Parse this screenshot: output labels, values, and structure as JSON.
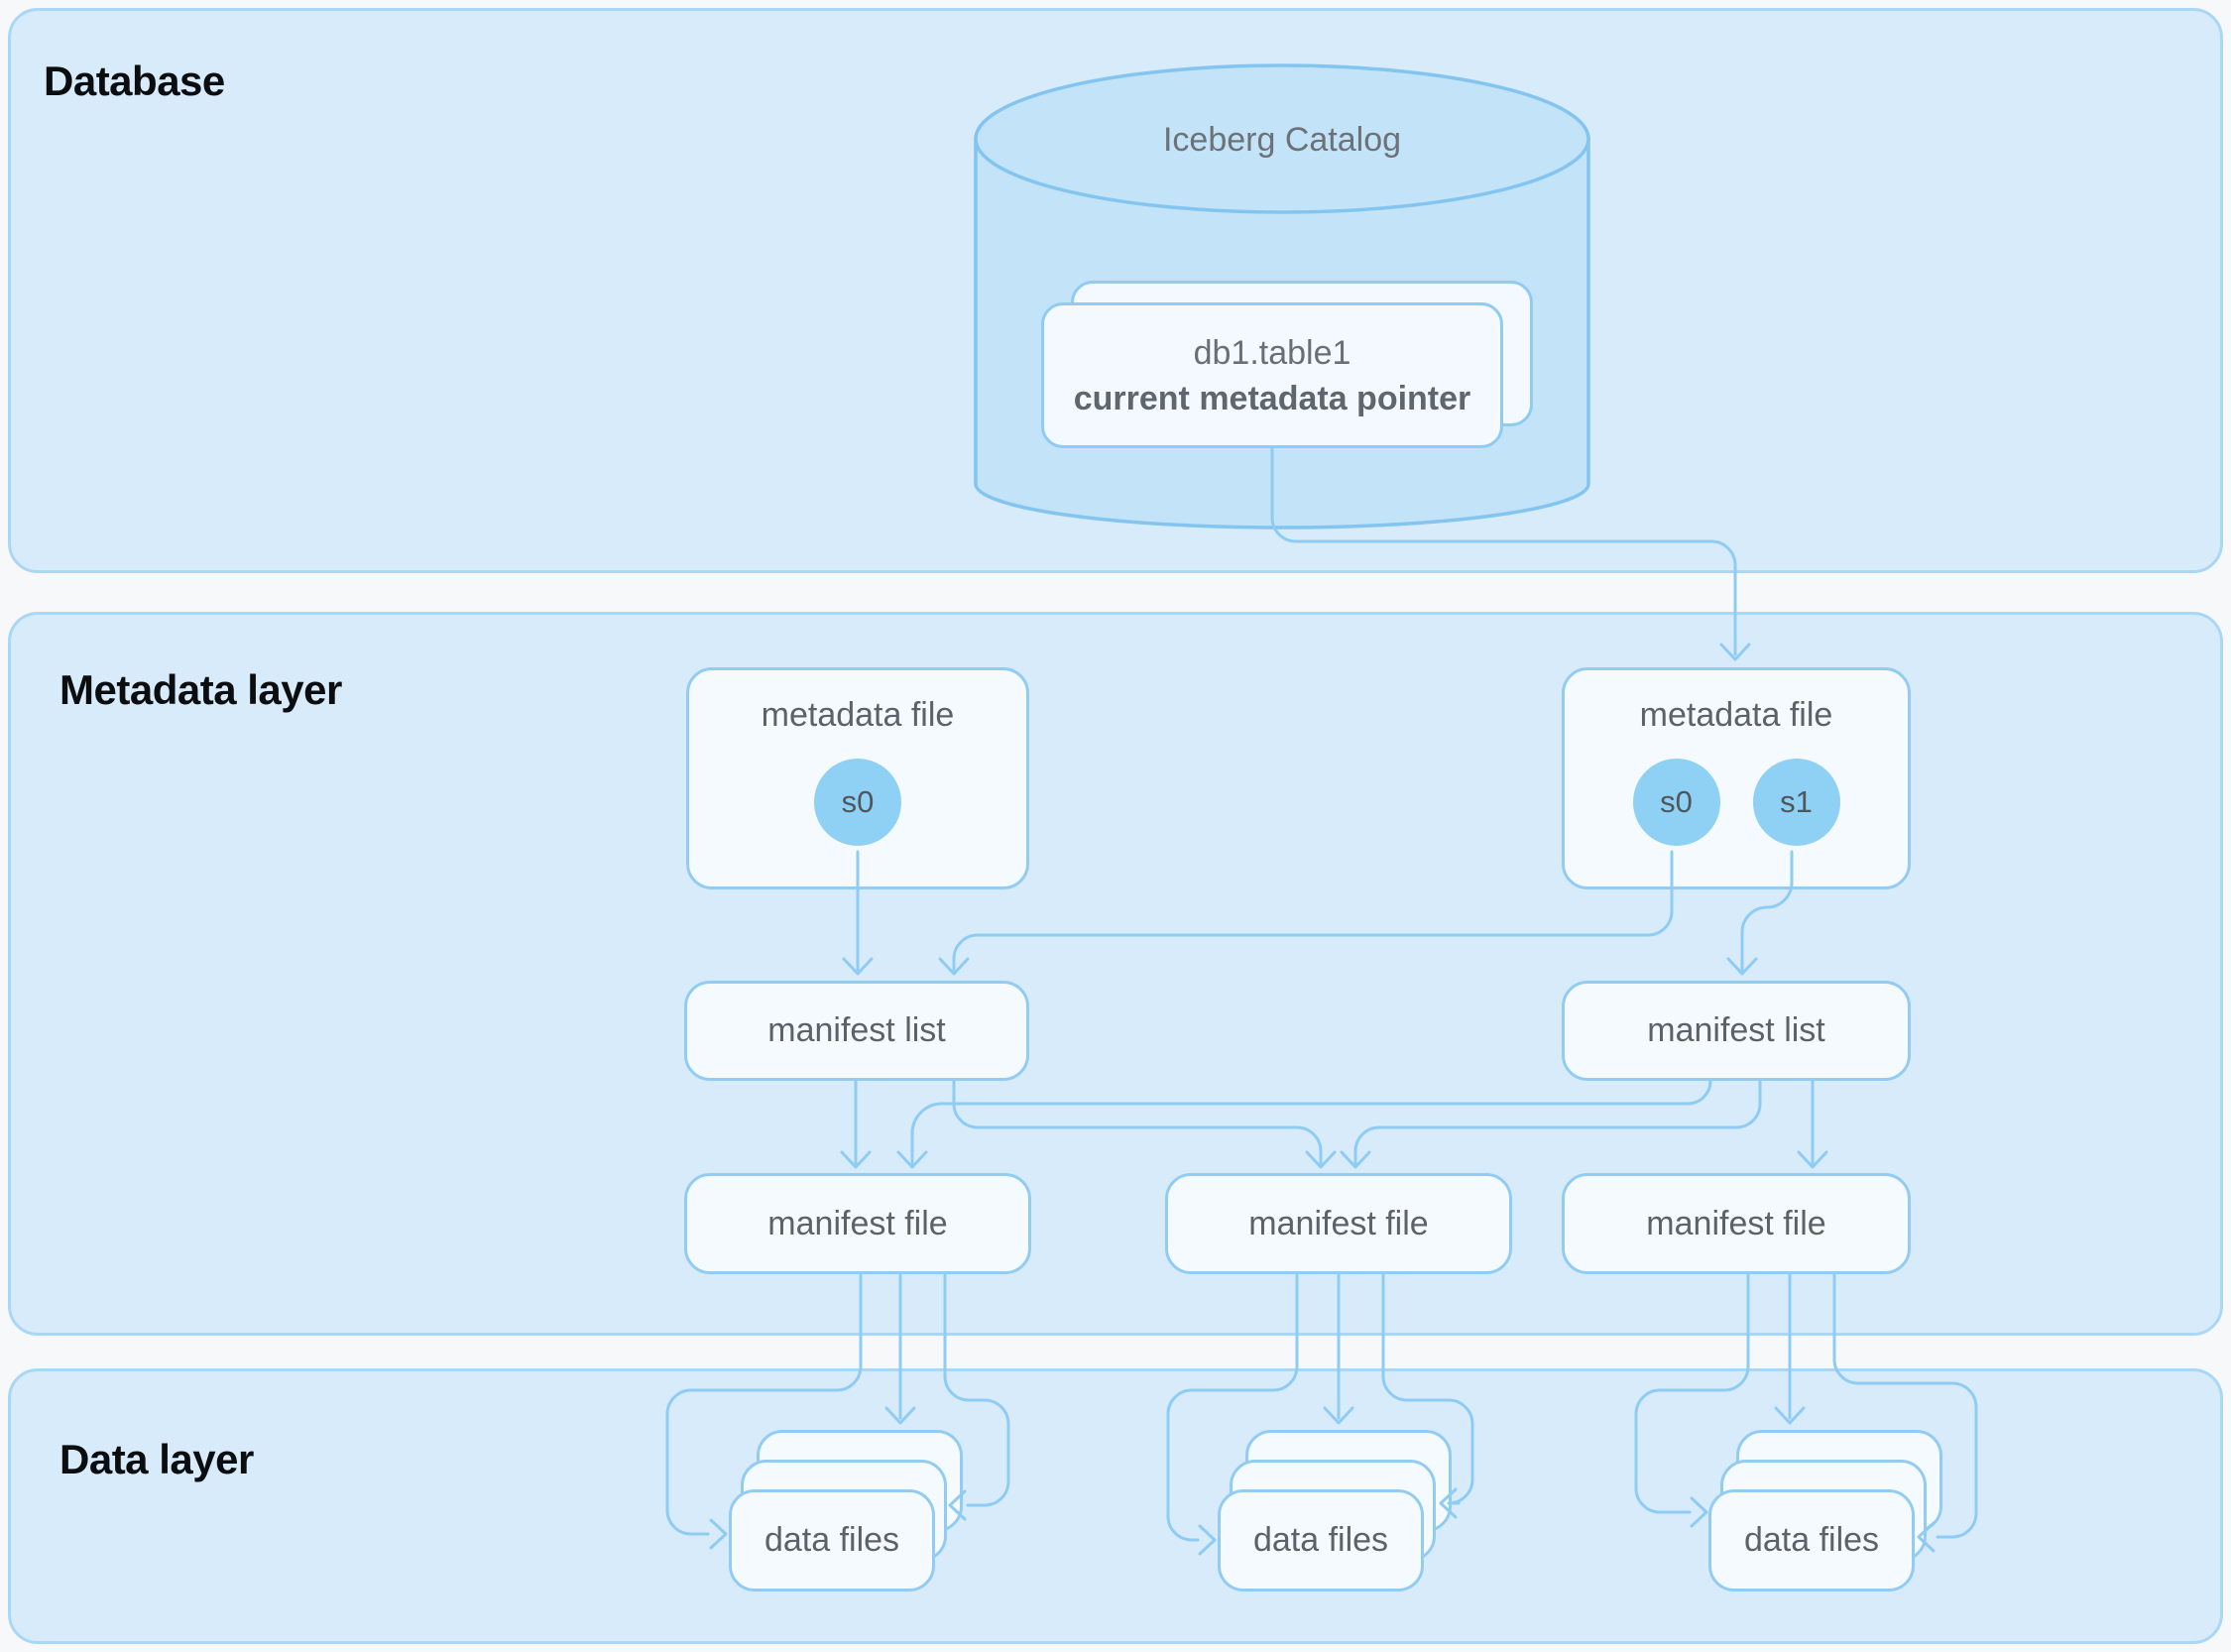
{
  "layers": {
    "database": {
      "title": "Database"
    },
    "metadata": {
      "title": "Metadata layer"
    },
    "data": {
      "title": "Data layer"
    }
  },
  "catalog": {
    "label": "Iceberg Catalog",
    "card_line1": "db1.table1",
    "card_line2": "current metadata pointer"
  },
  "nodes": {
    "metadata_files": [
      {
        "label": "metadata file",
        "snapshots": [
          "s0"
        ]
      },
      {
        "label": "metadata file",
        "snapshots": [
          "s0",
          "s1"
        ]
      }
    ],
    "manifest_lists": [
      {
        "label": "manifest list"
      },
      {
        "label": "manifest list"
      }
    ],
    "manifest_files": [
      {
        "label": "manifest file"
      },
      {
        "label": "manifest file"
      },
      {
        "label": "manifest file"
      }
    ],
    "data_file_stacks": [
      {
        "label": "data files"
      },
      {
        "label": "data files"
      },
      {
        "label": "data files"
      }
    ]
  },
  "colors": {
    "page-bg": "#f7f8fa",
    "panel-fill": "#d7ebfb",
    "panel-border": "#a9d8f7",
    "node-fill": "#f5fafe",
    "node-border": "#92ccf3",
    "connector": "#8fccf3",
    "cyl-fill": "#c3e3f9",
    "cyl-border": "#83c5f0",
    "circle-fill": "#8fd0f5",
    "label-gray": "#5d6268",
    "title-color": "#0c0d0f"
  }
}
